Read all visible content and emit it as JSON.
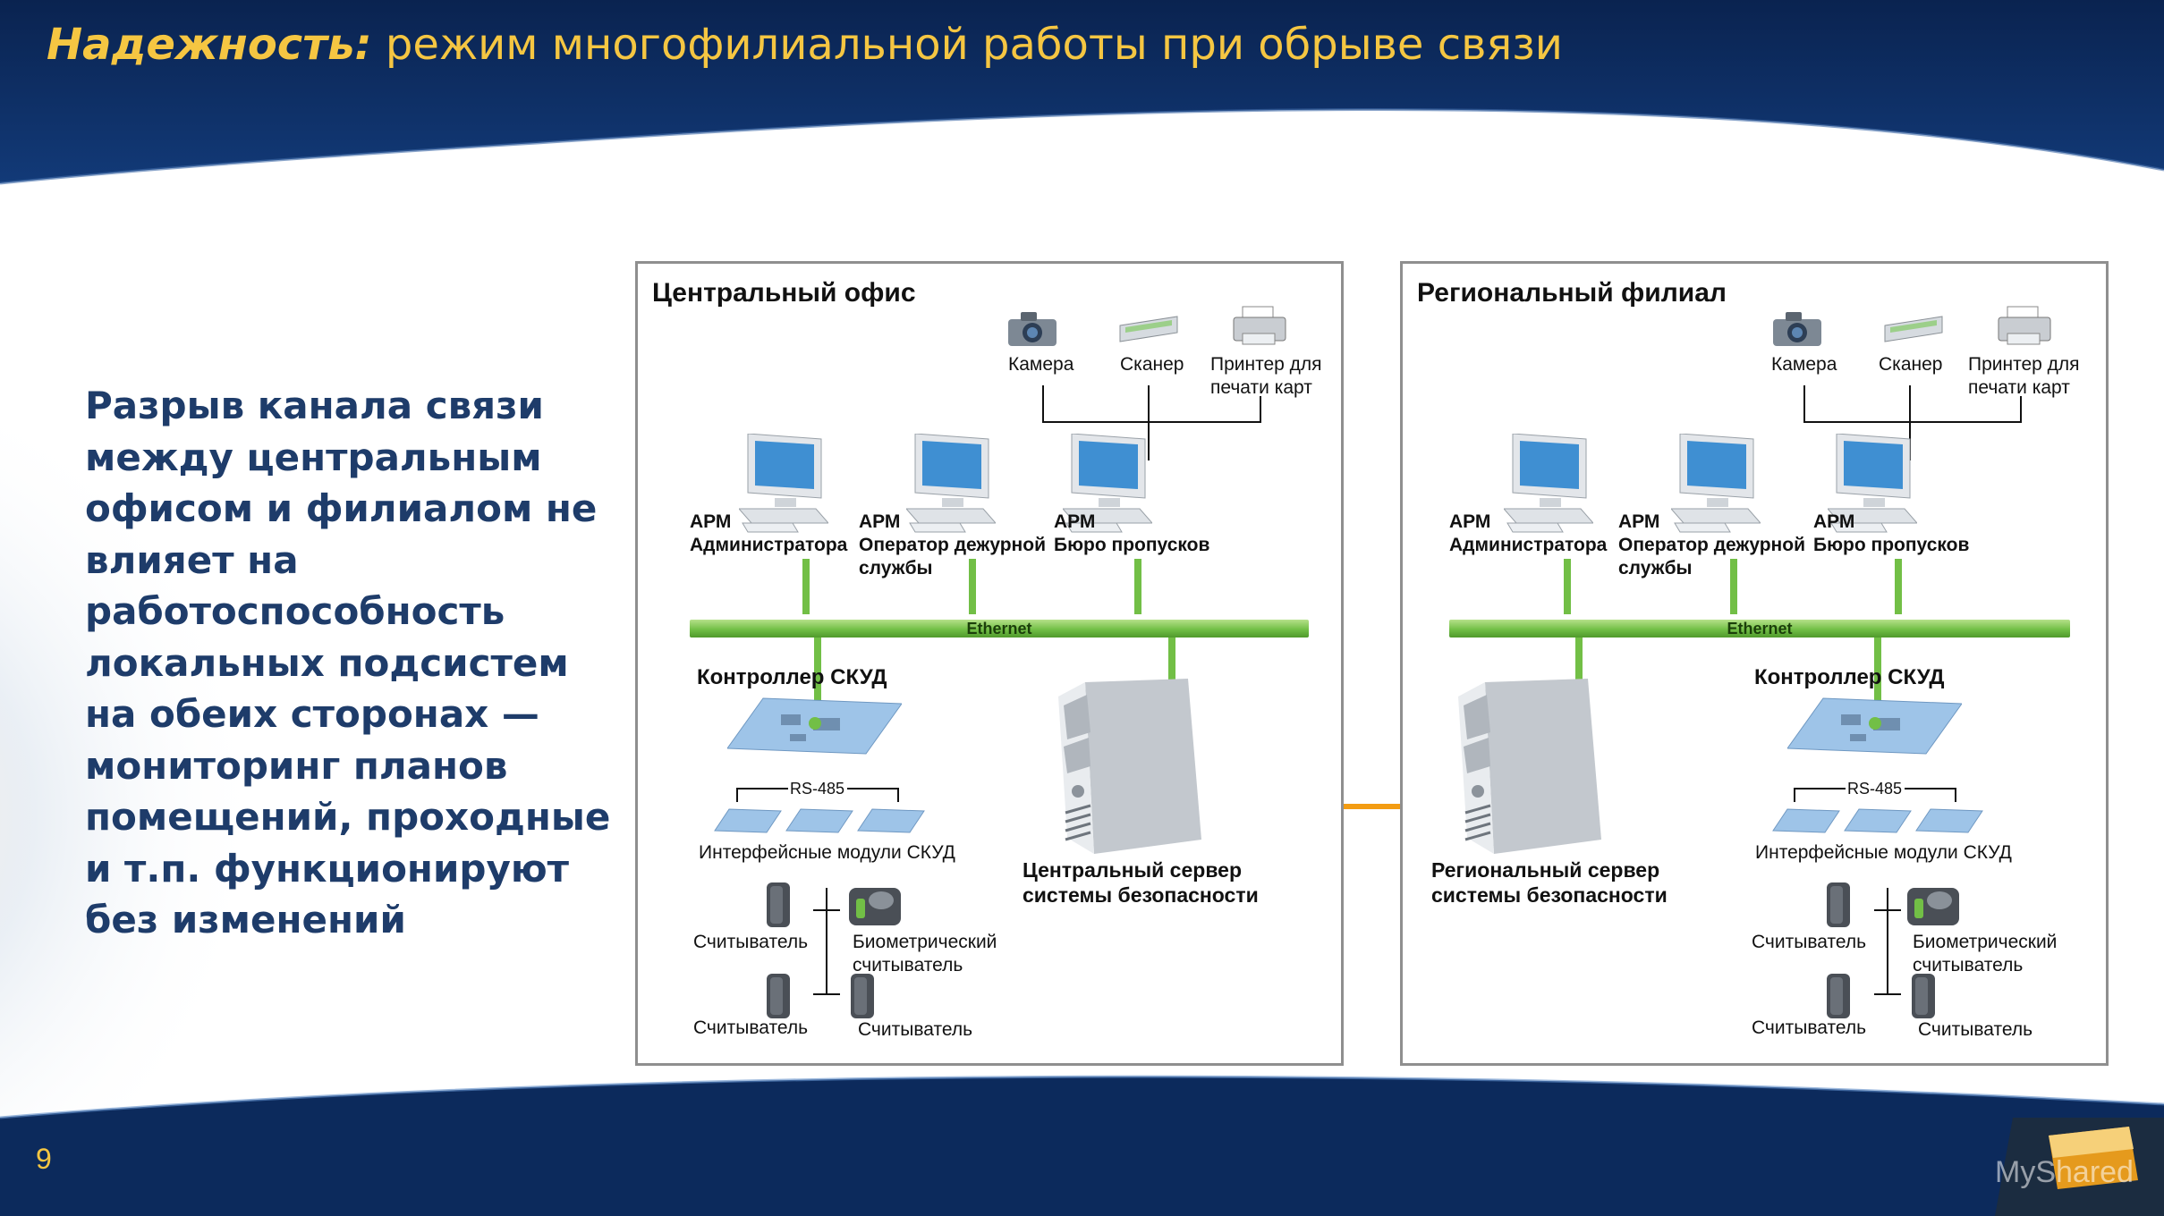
{
  "slide": {
    "title_emphasis": "Надежность:",
    "title_rest": " режим многофилиальной работы при обрыве связи",
    "body": "Разрыв канала связи между центральным офисом и филиалом не влияет на работоспособность локальных подсистем на обеих сторонах — мониторинг планов помещений, проходные и т.п. функционируют без изменений",
    "page_number": "9",
    "watermark": "MyShared"
  },
  "colors": {
    "title": "#f5c642",
    "header_band": "#0e2d5e",
    "ethernet": "#72bf46",
    "link_arrow": "#f39c12",
    "body_text": "#1e3c6a"
  },
  "central": {
    "title": "Центральный офис",
    "camera": "Камера",
    "scanner": "Сканер",
    "printer": "Принтер для\nпечати карт",
    "arm_admin": "АРМ\nАдминистратора",
    "arm_duty": "АРМ\nОператор дежурной\nслужбы",
    "arm_pass": "АРМ\nБюро пропусков",
    "ethernet": "Ethernet",
    "controller": "Контроллер СКУД",
    "rs485": "RS-485",
    "modules": "Интерфейсные модули СКУД",
    "reader1": "Считыватель",
    "bio_reader": "Биометрический\nсчитыватель",
    "reader2": "Считыватель",
    "reader3": "Считыватель",
    "server": "Центральный сервер\nсистемы безопасности"
  },
  "regional": {
    "title": "Региональный филиал",
    "camera": "Камера",
    "scanner": "Сканер",
    "printer": "Принтер для\nпечати карт",
    "arm_admin": "АРМ\nАдминистратора",
    "arm_duty": "АРМ\nОператор дежурной\nслужбы",
    "arm_pass": "АРМ\nБюро пропусков",
    "ethernet": "Ethernet",
    "controller": "Контроллер СКУД",
    "rs485": "RS-485",
    "modules": "Интерфейсные модули СКУД",
    "reader1": "Считыватель",
    "bio_reader": "Биометрический\nсчитыватель",
    "reader2": "Считыватель",
    "reader3": "Считыватель",
    "server": "Региональный сервер\nсистемы безопасности"
  }
}
